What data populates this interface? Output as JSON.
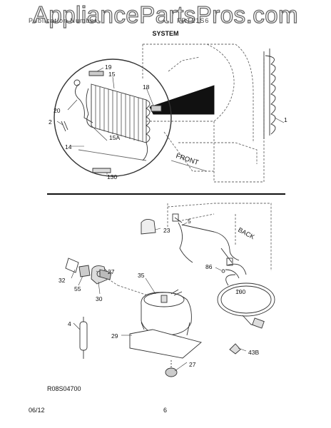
{
  "watermark": "AppliancePartsPros.com",
  "header": {
    "left": "Publication Number",
    "right": "FRT21S6",
    "section": "SYSTEM"
  },
  "callouts": [
    "19",
    "15",
    "18",
    "20",
    "2",
    "15A",
    "14",
    "130",
    "1",
    "23",
    "5",
    "86",
    "32",
    "55",
    "27",
    "30",
    "35",
    "4",
    "29",
    "100",
    "43B",
    "27"
  ],
  "orientation": {
    "front": "FRONT",
    "back": "BACK"
  },
  "drawing_code": "R08S04700",
  "footer": {
    "date": "06/12",
    "page": "6"
  }
}
